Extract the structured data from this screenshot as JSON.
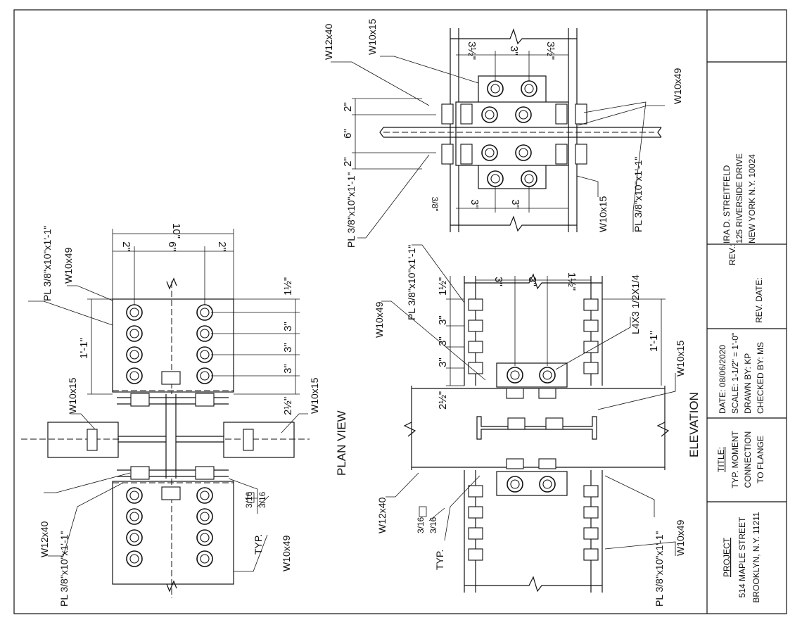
{
  "plan": {
    "title": "PLAN VIEW",
    "w10x49": "W10x49",
    "plate_top": "PL 3/8\"x10\"x1'-1\"",
    "w10x15_left": "W10x15",
    "w10x15_right": "W10x15",
    "w12x40": "W12x40",
    "plate_bottom": "PL 3/8\"x10\"x1'-1\"",
    "w10x49_bottom": "W10x49",
    "typ": "TYP.",
    "weld_top": "3/16",
    "weld_bottom": "3/16",
    "dim_width": "10\"",
    "dim_2a": "2\"",
    "dim_6": "6\"",
    "dim_2b": "2\"",
    "dim_overall": "1'-1\"",
    "dim_edge_top": "1½\"",
    "dim_3a": "3\"",
    "dim_3b": "3\"",
    "dim_3c": "3\"",
    "dim_edge_bottom": "2½\""
  },
  "topright": {
    "w12x40": "W12x40",
    "w10x15_top": "W10x15",
    "w10x49": "W10x49",
    "dim_t1": "3½\"",
    "dim_t2": "3\"",
    "dim_t3": "3½\"",
    "dim_2a": "2\"",
    "dim_6": "6\"",
    "dim_2b": "2\"",
    "plate_left": "PL 3/8\"x10\"x1'-1\"",
    "dim_b1": "3\"",
    "dim_b2": "3\"",
    "dim_b3": "3/8\"",
    "w10x15_bottom": "W10x15",
    "plate_right": "PL 3/8\"x10\"x1'-1\""
  },
  "elevation": {
    "title": "ELEVATION",
    "w10x49": "W10x49",
    "plate_top": "PL 3/8\"x10\"x1'-1\"",
    "dim_edge": "1½\"",
    "dim_3a": "3\"",
    "dim_3b": "3\"",
    "dim_3c": "3\"",
    "dim_edge_bottom": "2½\"",
    "dim_t1": "3\"",
    "dim_t2": "3\"",
    "dim_t3": "1½\"",
    "angle": "L4X3 1/2X1/4",
    "dim_overall": "1'-1\"",
    "w10x15": "W10x15",
    "w12x40": "W12x40",
    "typ": "TYP.",
    "weld_top": "3/16",
    "weld_bottom": "3/16",
    "plate_bottom": "PL 3/8\"x10\"x1'-1\"",
    "w10x49_bottom": "W10x49"
  },
  "title_block": {
    "project_label": "PROJECT",
    "project_address1": "514 MAPLE STREET",
    "project_address2": "BROOKLYN, N.Y. 11211",
    "title_label": "TITLE:",
    "title_line1": "TYP. MOMENT",
    "title_line2": "CONNECTION",
    "title_line3": "TO FLANGE",
    "date": "DATE: 08/06/2020",
    "scale": "SCALE: 1-1/2\" = 1'-0\"",
    "drawn_by": "DRAWN BY: KP",
    "checked_by": "CHECKED BY: MS",
    "rev": "REV.:",
    "rev_date": "REV. DATE:",
    "engineer_name": "IRA D. STREITFELD",
    "engineer_address1": "125 RIVERSIDE DRIVE",
    "engineer_address2": "NEW YORK N.Y. 10024"
  }
}
